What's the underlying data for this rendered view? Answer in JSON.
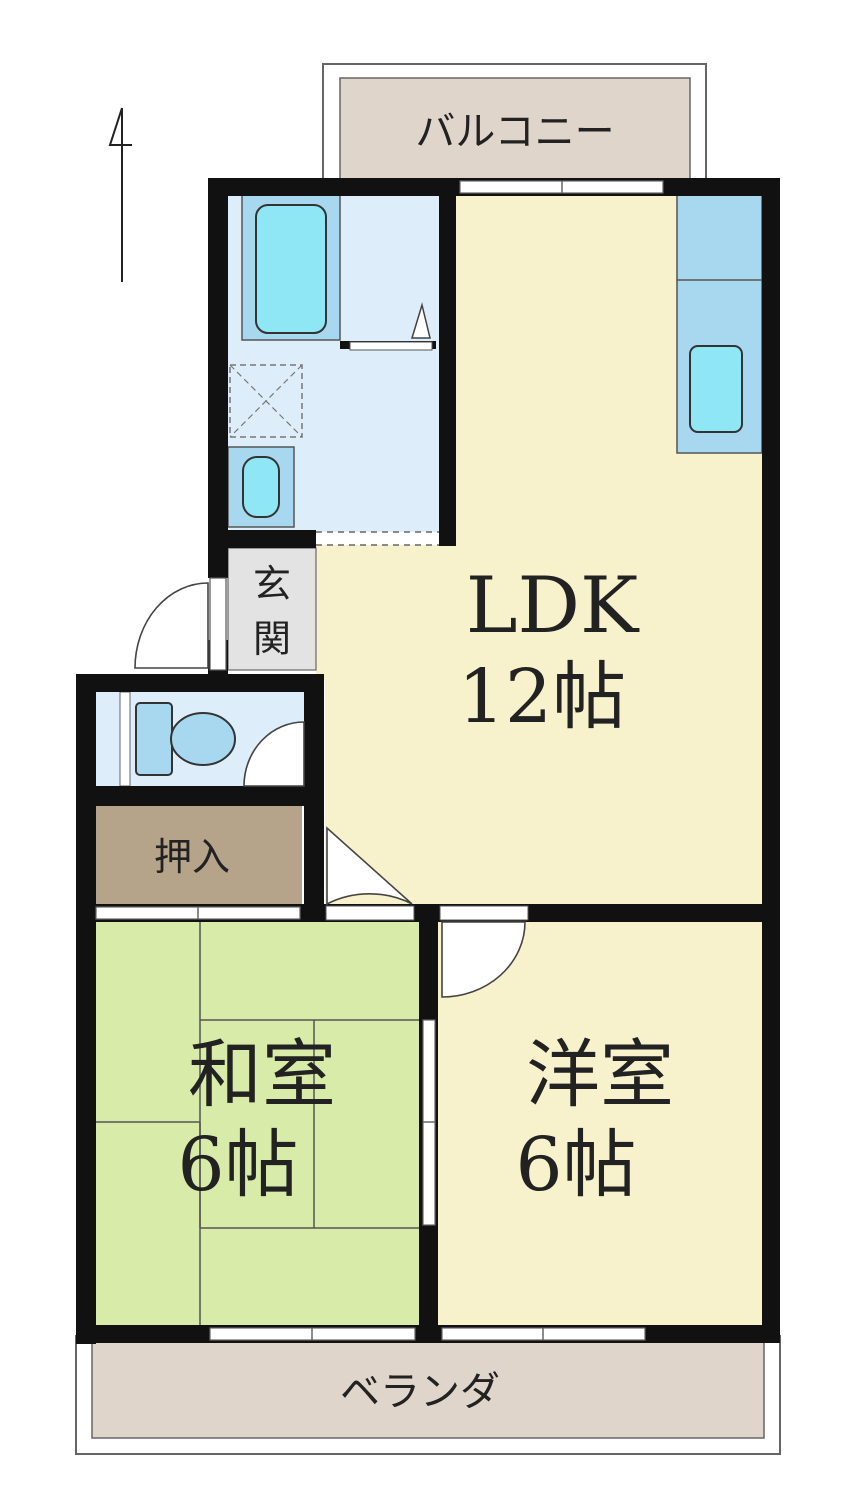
{
  "plan": {
    "north_icon": "north-arrow-icon",
    "rooms": {
      "balcony": {
        "label": "バルコニー"
      },
      "veranda": {
        "label": "ベランダ"
      },
      "ldk": {
        "name": "LDK",
        "size": "12帖"
      },
      "washitsu": {
        "name": "和室",
        "size": "6帖"
      },
      "youshitsu": {
        "name": "洋室",
        "size": "6帖"
      },
      "genkan": {
        "char1": "玄",
        "char2": "関"
      },
      "oshiire": {
        "label": "押入"
      }
    },
    "colors": {
      "ldk_floor": "#f8f2cc",
      "youshitsu_floor": "#f8f2cc",
      "washitsu_floor": "#d8eba8",
      "wet_area": "#ddeefa",
      "fixture": "#a8d8f0",
      "balcony_floor": "#e0d5cb",
      "oshiire_floor": "#b5a48a",
      "genkan_floor": "#e3e3e3",
      "wall": "#111111"
    }
  }
}
